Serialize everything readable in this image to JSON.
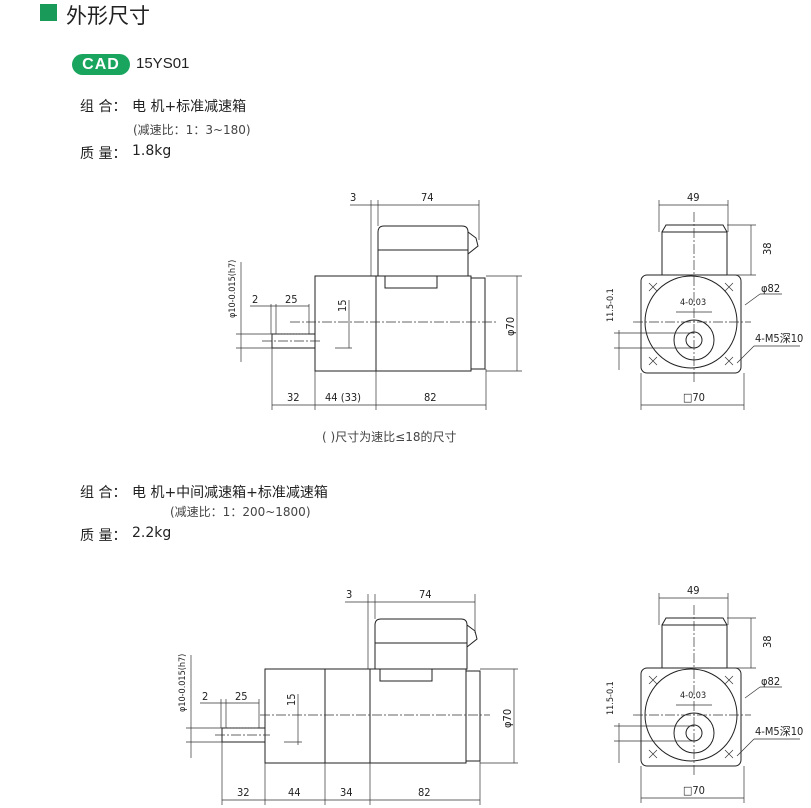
{
  "header": {
    "title": "外形尺寸",
    "cad_badge": "CAD",
    "model": "15YS01"
  },
  "colors": {
    "accent": "#1a9a58",
    "gearhead": "#b9dcb3",
    "intermediate_gearhead": "#0aa95c",
    "motor_texture": "#cfcfcf"
  },
  "section1": {
    "combo_label": "组 合：",
    "combo_value": "电 机+标准减速箱",
    "ratio": "(减速比：1：3~180)",
    "mass_label": "质 量：",
    "mass_value": "1.8kg",
    "note": "(  )尺寸为速比≤18的尺寸",
    "side": {
      "d3": "3",
      "d74": "74",
      "d2": "2",
      "d25": "25",
      "d15": "15",
      "phi70": "φ70",
      "shaft": "φ10-0.015(h7)",
      "d32": "32",
      "d44": "44 (33)",
      "d82": "82"
    },
    "front": {
      "d49": "49",
      "d38": "38",
      "phi82": "φ82",
      "key": "4-0.03",
      "offset": "11.5-0.1",
      "holes": "4-M5深10",
      "square": "□70"
    }
  },
  "section2": {
    "combo_label": "组 合：",
    "combo_value": "电 机+中间减速箱+标准减速箱",
    "ratio": "(减速比：1：200~1800)",
    "mass_label": "质 量：",
    "mass_value": "2.2kg",
    "side": {
      "d3": "3",
      "d74": "74",
      "d2": "2",
      "d25": "25",
      "d15": "15",
      "phi70": "φ70",
      "shaft": "φ10-0.015(h7)",
      "d32": "32",
      "d44": "44",
      "d34": "34",
      "d82": "82"
    },
    "front": {
      "d49": "49",
      "d38": "38",
      "phi82": "φ82",
      "key": "4-0.03",
      "offset": "11.5-0.1",
      "holes": "4-M5深10",
      "square": "□70"
    }
  }
}
